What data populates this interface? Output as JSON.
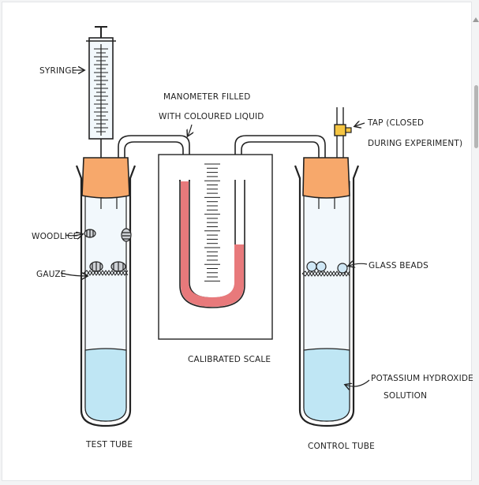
{
  "labels": {
    "syringe": "SYRINGE",
    "manometer_line1": "MANOMETER FILLED",
    "manometer_line2": "WITH COLOURED LIQUID",
    "tap_line1": "TAP (CLOSED",
    "tap_line2": "DURING EXPERIMENT)",
    "woodlice": "WOODLICE",
    "gauze": "GAUZE",
    "glass_beads": "GLASS BEADS",
    "calibrated_scale": "CALIBRATED SCALE",
    "potassium_line1": "POTASSIUM HYDROXIDE",
    "potassium_line2": "SOLUTION",
    "test_tube": "TEST TUBE",
    "control_tube": "CONTROL TUBE"
  },
  "colors": {
    "stopper": "#f7a86b",
    "solution": "#bfe6f4",
    "manometer_liquid": "#e8797b",
    "tube_tint": "#f2f8fc",
    "tap": "#f5c542",
    "ink": "#222222"
  }
}
